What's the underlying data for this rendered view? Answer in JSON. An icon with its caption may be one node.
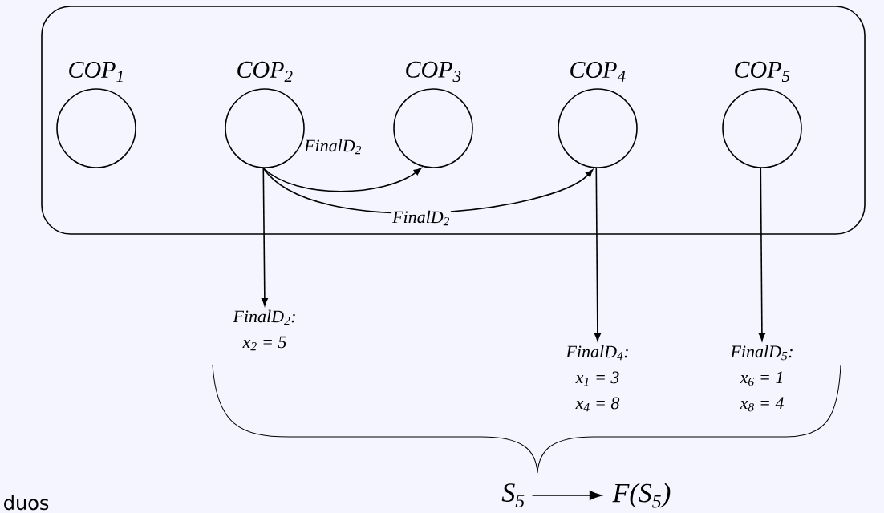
{
  "diagram": {
    "nodes": [
      {
        "text": [],
        "shape": "box"
      },
      {
        "text": [
          "COP$_{1}$"
        ],
        "in": 0
      },
      {
        "text": [
          "COP$_{2}$"
        ],
        "in": 0
      },
      {
        "text": [
          "COP$_{3}$"
        ],
        "in": 0
      },
      {
        "text": [
          "COP$_{4}$"
        ],
        "in": 0
      },
      {
        "text": [
          "COP$_{5}$"
        ],
        "in": 0
      },
      {
        "text": [
          "FinalD$_{2}$:",
          "x$_{2}$ = 5"
        ]
      },
      {
        "text": [
          "FinalD$_{4}$:",
          "x$_{1}$ = 3",
          "x$_{4}$ = 8"
        ]
      },
      {
        "text": [
          "FinalD$_{5}$:",
          "x$_{6}$ = 1",
          "x$_{8}$ = 4"
        ]
      },
      {
        "text": [
          "S$_{5}$"
        ]
      },
      {
        "text": [
          "F(S$_{5}$)"
        ]
      }
    ],
    "edges": [
      {
        "from": 2,
        "to": 3,
        "arrow": "to",
        "label": "FinalD$_{2}$"
      },
      {
        "from": 2,
        "to": 4,
        "arrow": "to",
        "label": "FinalD$_{2}$"
      },
      {
        "from": 2,
        "to": 6,
        "arrow": "to"
      },
      {
        "from": 4,
        "to": 7,
        "arrow": "to"
      },
      {
        "from": 5,
        "to": 8,
        "arrow": "to"
      },
      {
        "from": 9,
        "to": 10,
        "arrow": "to"
      }
    ],
    "labels": [
      "duos"
    ]
  }
}
